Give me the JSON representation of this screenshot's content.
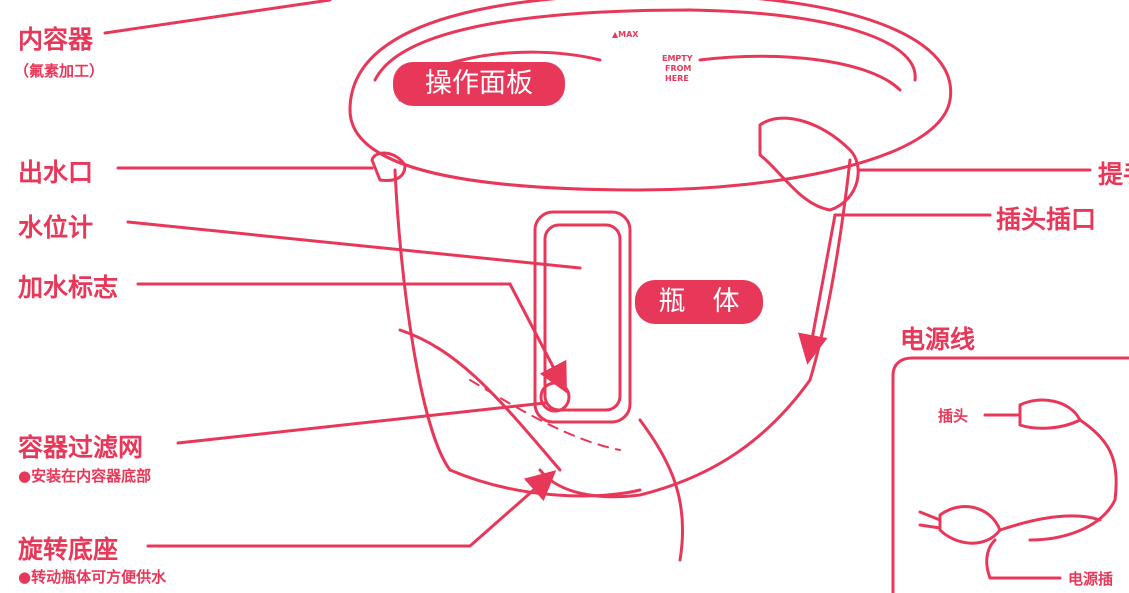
{
  "labels": {
    "inner_container": "内容器",
    "fluorine": "（氟素加工）",
    "outlet": "出水口",
    "water_gauge": "水位计",
    "fill_mark": "加水标志",
    "filter": "容器过滤网",
    "filter_note": "●安装在内容器底部",
    "rotating_base": "旋转底座",
    "base_note": "●转动瓶体可方便供水",
    "handle": "提手",
    "plug_socket": "插头插口",
    "power_cord": "电源线",
    "plug": "插头",
    "cord_partial": "电源插"
  },
  "panel_label": "操作面板",
  "body_label": "瓶　体",
  "scale": {
    "max": "▲MAX",
    "empty": "EMPTY",
    "from": "FROM",
    "here": "HERE"
  },
  "colors": {
    "accent": "#e8385a",
    "line": "#e8385a"
  }
}
